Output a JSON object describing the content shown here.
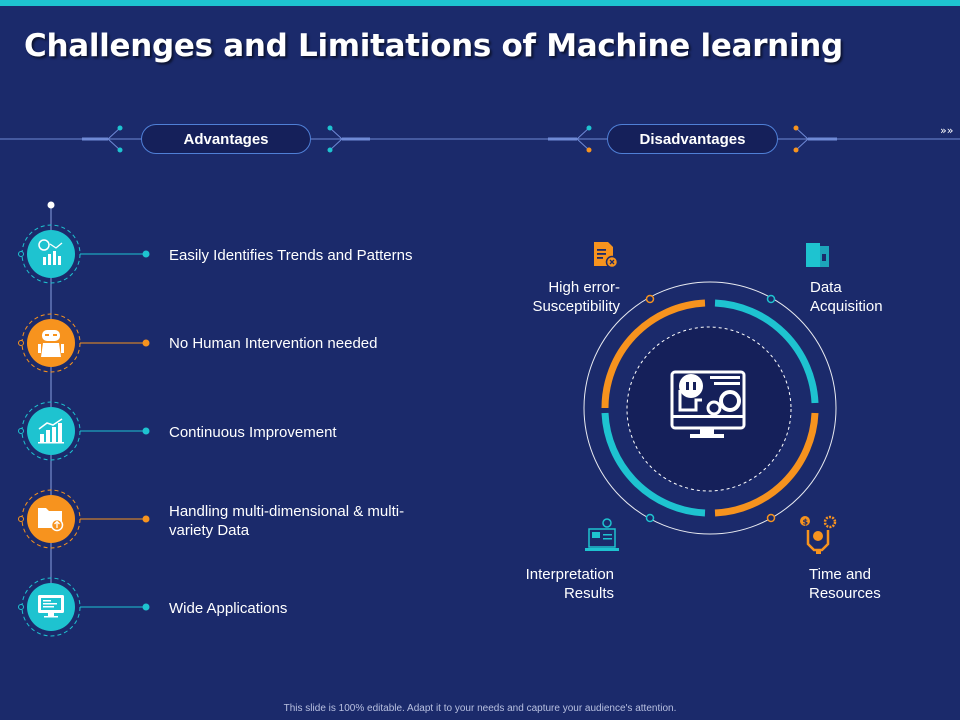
{
  "slide": {
    "title": "Challenges and Limitations of Machine learning",
    "advantages_label": "Advantages",
    "disadvantages_label": "Disadvantages",
    "footer": "This slide is 100% editable. Adapt it to your needs and capture your audience's attention."
  },
  "advantages": [
    {
      "line1": "Easily Identifies Trends and Patterns",
      "line2": "",
      "icon": "trend-chart-icon"
    },
    {
      "line1": "No Human Intervention  needed",
      "line2": "",
      "icon": "robot-icon"
    },
    {
      "line1": "Continuous Improvement",
      "line2": "",
      "icon": "growth-chart-icon"
    },
    {
      "line1": "Handling multi-dimensional & multi-",
      "line2": "variety Data",
      "icon": "folder-upload-icon"
    },
    {
      "line1": "Wide Applications",
      "line2": "",
      "icon": "monitor-icon"
    }
  ],
  "disadvantages": [
    {
      "line1": "High error-",
      "line2": "Susceptibility",
      "icon": "error-document-icon"
    },
    {
      "line1": "Data",
      "line2": "Acquisition",
      "icon": "data-book-icon"
    },
    {
      "line1": "Interpretation",
      "line2": "Results",
      "icon": "laptop-results-icon"
    },
    {
      "line1": "Time and",
      "line2": "Resources",
      "icon": "money-gear-icon"
    }
  ],
  "colors": {
    "background": "#1b2a6b",
    "teal": "#1ec3d0",
    "orange": "#f7931e",
    "dark_circle": "#15205a"
  }
}
